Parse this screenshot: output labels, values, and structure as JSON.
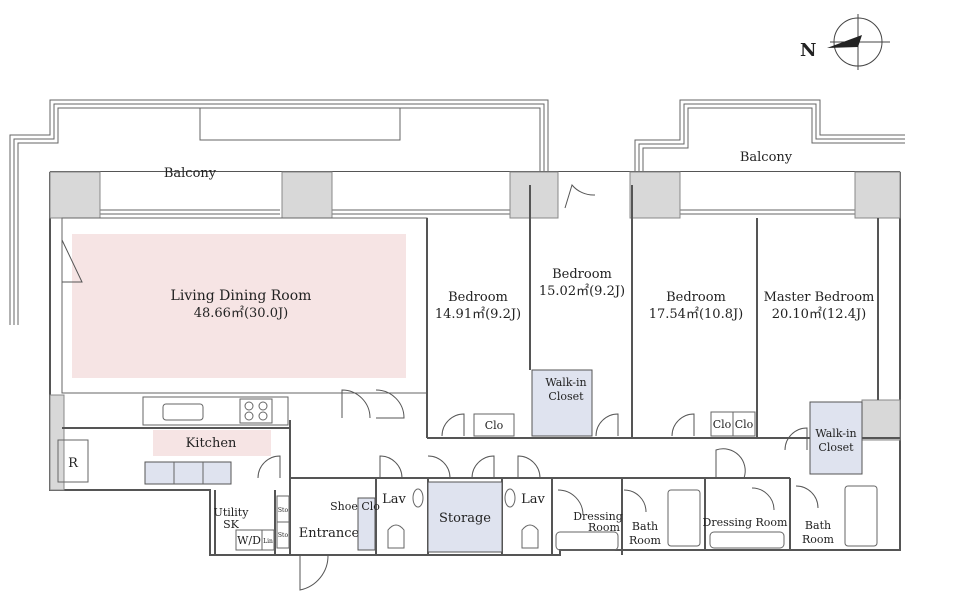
{
  "compass": {
    "label": "N"
  },
  "rooms": {
    "balcony_left": "Balcony",
    "balcony_right": "Balcony",
    "living_name": "Living Dining Room",
    "living_area": "48.66㎡(30.0J)",
    "kitchen": "Kitchen",
    "refrigerator": "R",
    "bedroom1_name": "Bedroom",
    "bedroom1_area": "14.91㎡(9.2J)",
    "bedroom2_name": "Bedroom",
    "bedroom2_area": "15.02㎡(9.2J)",
    "bedroom3_name": "Bedroom",
    "bedroom3_area": "17.54㎡(10.8J)",
    "master_name": "Master Bedroom",
    "master_area": "20.10㎡(12.4J)",
    "walkin1_line1": "Walk-in",
    "walkin1_line2": "Closet",
    "walkin2_line1": "Walk-in",
    "walkin2_line2": "Closet",
    "clo_b1": "Clo",
    "clo_b3a": "Clo",
    "clo_b3b": "Clo",
    "utility_line1": "Utility",
    "utility_line2": "SK",
    "wd": "W/D",
    "lin": "Lin",
    "sto1": "Sto",
    "sto2": "Sto",
    "entrance": "Entrance",
    "shoe_clo": "Shoe Clo",
    "lav1": "Lav",
    "lav2": "Lav",
    "storage": "Storage",
    "dressing1_line1": "Dressing",
    "dressing1_line2": "Room",
    "bath1_line1": "Bath",
    "bath1_line2": "Room",
    "dressing2": "Dressing Room",
    "bath2_line1": "Bath",
    "bath2_line2": "Room"
  },
  "colors": {
    "living_fill": "#f6e4e4",
    "kitchen_fill": "#f6e4e4",
    "storage_fill": "#dfe3ef",
    "closet_fill": "#dfe3ef",
    "pillar_fill": "#d8d8d8"
  }
}
